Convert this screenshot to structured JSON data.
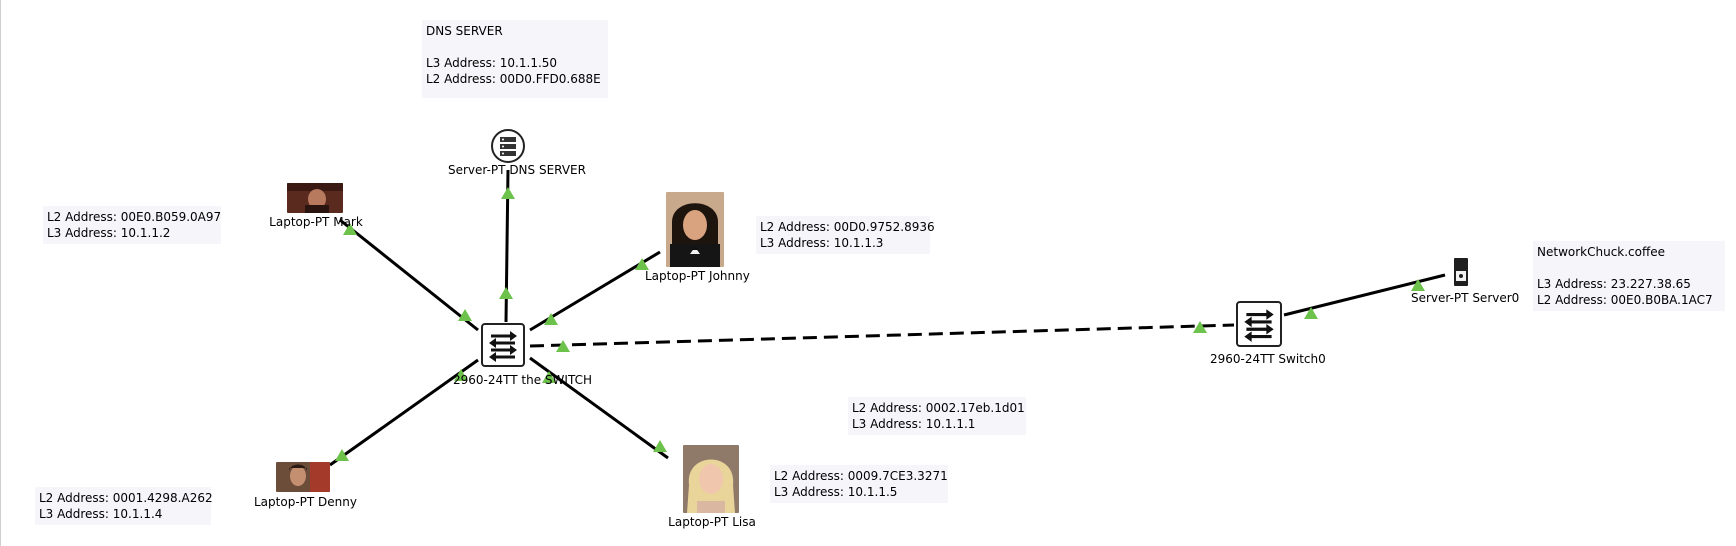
{
  "dns_note": {
    "title": "DNS SERVER",
    "l3": "L3 Address: 10.1.1.50",
    "l2": "L2 Address: 00D0.FFD0.688E"
  },
  "mark_note": {
    "l2": "L2 Address: 00E0.B059.0A97",
    "l3": "L3 Address: 10.1.1.2"
  },
  "johnny_note": {
    "l2": "L2 Address: 00D0.9752.8936",
    "l3": "L3 Address: 10.1.1.3"
  },
  "switch_note": {
    "l2": "L2 Address: 0002.17eb.1d01",
    "l3": "L3 Address: 10.1.1.1"
  },
  "lisa_note": {
    "l2": "L2 Address: 0009.7CE3.3271",
    "l3": "L3 Address: 10.1.1.5"
  },
  "denny_note": {
    "l2": "L2 Address: 0001.4298.A262",
    "l3": "L3 Address: 10.1.1.4"
  },
  "nc_note": {
    "title": "NetworkChuck.coffee",
    "l3": "L3 Address: 23.227.38.65",
    "l2": "L2 Address: 00E0.B0BA.1AC7"
  },
  "devices": {
    "dns_server": {
      "model": "Server-PT",
      "name": "DNS SERVER"
    },
    "mark": {
      "model": "Laptop-PT",
      "name": "Mark"
    },
    "johnny": {
      "model": "Laptop-PT",
      "name": "Johnny"
    },
    "the_switch": {
      "model": "2960-24TT",
      "name": "the SWITCH"
    },
    "denny": {
      "model": "Laptop-PT",
      "name": "Denny"
    },
    "lisa": {
      "model": "Laptop-PT",
      "name": "Lisa"
    },
    "switch0": {
      "model": "2960-24TT",
      "name": "Switch0"
    },
    "server0": {
      "model": "Server-PT",
      "name": "Server0"
    }
  },
  "colors": {
    "link": "#000000",
    "port_up": "#6cc24a",
    "note_bg": "#f5f5fa"
  },
  "icons": {
    "server": "server-icon",
    "switch": "switch-icon",
    "laptop_photo": "person-photo"
  }
}
